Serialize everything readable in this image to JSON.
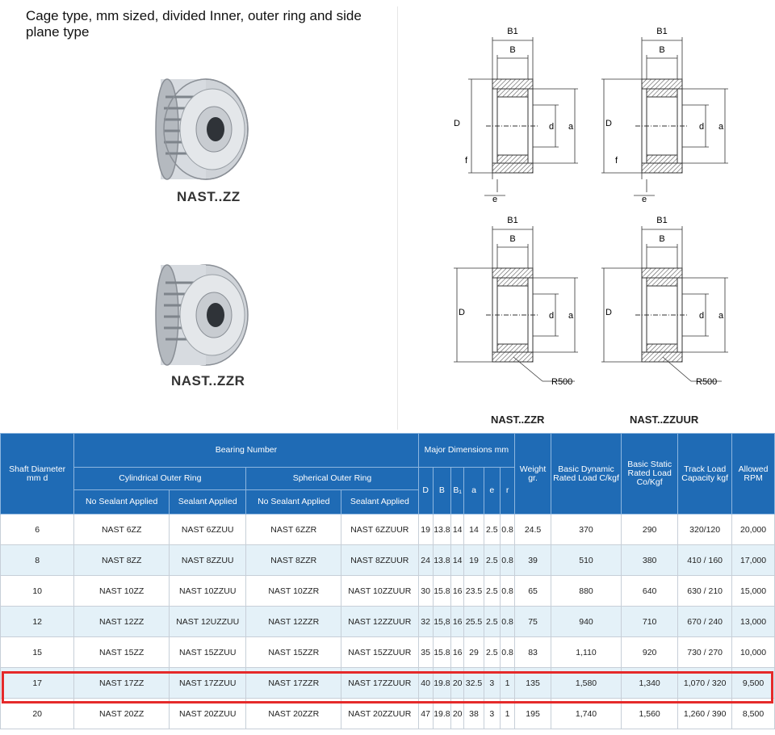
{
  "heading": "Cage type, mm sized, divided Inner, outer ring and side plane type",
  "photos": [
    {
      "label": "NAST..ZZ"
    },
    {
      "label": "NAST..ZZR"
    }
  ],
  "drawings": {
    "dim_labels": {
      "B1": "B1",
      "B": "B",
      "D": "D",
      "d": "d",
      "a": "a",
      "f": "f",
      "e": "e",
      "R500": "R500"
    },
    "captions": [
      "NAST..ZZR",
      "NAST..ZZUUR"
    ]
  },
  "table": {
    "headers": {
      "shaft": "Shaft Diameter mm d",
      "bearing_number": "Bearing Number",
      "cylindrical": "Cylindrical Outer Ring",
      "spherical": "Spherical Outer Ring",
      "no_sealant_1": "No Sealant Applied",
      "sealant_1": "Sealant Applied",
      "no_sealant_2": "No Sealant Applied",
      "sealant_2": "Sealant Applied",
      "major_dimensions": "Major Dimensions mm",
      "D": "D",
      "B": "B",
      "B1": "B₁",
      "a": "a",
      "e": "e",
      "r": "r",
      "weight": "Weight gr.",
      "dynamic": "Basic Dynamic Rated Load C/kgf",
      "static": "Basic Static Rated Load Co/Kgf",
      "track": "Track Load Capacity kgf",
      "rpm": "Allowed RPM"
    },
    "rows": [
      {
        "d": "6",
        "cyl_no": "NAST 6ZZ",
        "cyl_seal": "NAST 6ZZUU",
        "sph_no": "NAST 6ZZR",
        "sph_seal": "NAST 6ZZUUR",
        "D": "19",
        "B": "13.8",
        "B1": "14",
        "a": "14",
        "e": "2.5",
        "r": "0.8",
        "weight": "24.5",
        "dyn": "370",
        "stat": "290",
        "track": "320/120",
        "rpm": "20,000"
      },
      {
        "d": "8",
        "cyl_no": "NAST 8ZZ",
        "cyl_seal": "NAST 8ZZUU",
        "sph_no": "NAST 8ZZR",
        "sph_seal": "NAST 8ZZUUR",
        "D": "24",
        "B": "13.8",
        "B1": "14",
        "a": "19",
        "e": "2.5",
        "r": "0.8",
        "weight": "39",
        "dyn": "510",
        "stat": "380",
        "track": "410 / 160",
        "rpm": "17,000"
      },
      {
        "d": "10",
        "cyl_no": "NAST 10ZZ",
        "cyl_seal": "NAST 10ZZUU",
        "sph_no": "NAST 10ZZR",
        "sph_seal": "NAST 10ZZUUR",
        "D": "30",
        "B": "15.8",
        "B1": "16",
        "a": "23.5",
        "e": "2.5",
        "r": "0.8",
        "weight": "65",
        "dyn": "880",
        "stat": "640",
        "track": "630 / 210",
        "rpm": "15,000"
      },
      {
        "d": "12",
        "cyl_no": "NAST 12ZZ",
        "cyl_seal": "NAST 12UZZUU",
        "sph_no": "NAST 12ZZR",
        "sph_seal": "NAST 12ZZUUR",
        "D": "32",
        "B": "15,8",
        "B1": "16",
        "a": "25.5",
        "e": "2.5",
        "r": "0.8",
        "weight": "75",
        "dyn": "940",
        "stat": "710",
        "track": "670 / 240",
        "rpm": "13,000"
      },
      {
        "d": "15",
        "cyl_no": "NAST 15ZZ",
        "cyl_seal": "NAST 15ZZUU",
        "sph_no": "NAST 15ZZR",
        "sph_seal": "NAST 15ZZUUR",
        "D": "35",
        "B": "15.8",
        "B1": "16",
        "a": "29",
        "e": "2.5",
        "r": "0.8",
        "weight": "83",
        "dyn": "1,110",
        "stat": "920",
        "track": "730 / 270",
        "rpm": "10,000"
      },
      {
        "d": "17",
        "cyl_no": "NAST 17ZZ",
        "cyl_seal": "NAST 17ZZUU",
        "sph_no": "NAST 17ZZR",
        "sph_seal": "NAST 17ZZUUR",
        "D": "40",
        "B": "19.8",
        "B1": "20",
        "a": "32.5",
        "e": "3",
        "r": "1",
        "weight": "135",
        "dyn": "1,580",
        "stat": "1,340",
        "track": "1,070 / 320",
        "rpm": "9,500"
      },
      {
        "d": "20",
        "cyl_no": "NAST 20ZZ",
        "cyl_seal": "NAST 20ZZUU",
        "sph_no": "NAST 20ZZR",
        "sph_seal": "NAST 20ZZUUR",
        "D": "47",
        "B": "19.8",
        "B1": "20",
        "a": "38",
        "e": "3",
        "r": "1",
        "weight": "195",
        "dyn": "1,740",
        "stat": "1,560",
        "track": "1,260 / 390",
        "rpm": "8,500"
      }
    ]
  },
  "colors": {
    "header_bg": "#1f6bb5",
    "row_alt": "#e4f1f8",
    "highlight": "#e52a2a"
  }
}
